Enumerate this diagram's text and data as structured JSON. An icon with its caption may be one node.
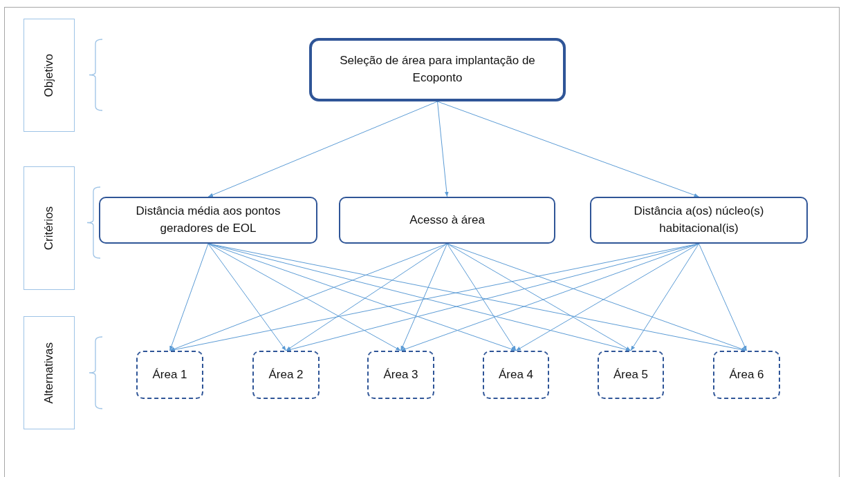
{
  "diagram": {
    "nodes": [
      {
        "text": [
          "Objetivo"
        ]
      },
      {
        "text": [
          "Critérios"
        ]
      },
      {
        "text": [
          "Alternativas"
        ]
      },
      {
        "text": [
          "Seleção de área para implantação de Ecoponto"
        ]
      },
      {
        "text": [
          "Distância média aos pontos geradores de EOL"
        ]
      },
      {
        "text": [
          "Acesso à área"
        ]
      },
      {
        "text": [
          "Distância a(os) núcleo(s) habitacional(is)"
        ]
      },
      {
        "text": [
          "Área 1"
        ]
      },
      {
        "text": [
          "Área 2"
        ]
      },
      {
        "text": [
          "Área 3"
        ]
      },
      {
        "text": [
          "Área 4"
        ]
      },
      {
        "text": [
          "Área 5"
        ]
      },
      {
        "text": [
          "Área 6"
        ]
      }
    ],
    "edges": [
      {
        "from": 3,
        "to": 4,
        "arrow": "to"
      },
      {
        "from": 3,
        "to": 5,
        "arrow": "to"
      },
      {
        "from": 3,
        "to": 6,
        "arrow": "to"
      },
      {
        "from": 4,
        "to": 7,
        "arrow": "to"
      },
      {
        "from": 4,
        "to": 8,
        "arrow": "to"
      },
      {
        "from": 4,
        "to": 9,
        "arrow": "to"
      },
      {
        "from": 4,
        "to": 10,
        "arrow": "to"
      },
      {
        "from": 4,
        "to": 11,
        "arrow": "to"
      },
      {
        "from": 4,
        "to": 12,
        "arrow": "to"
      },
      {
        "from": 5,
        "to": 7,
        "arrow": "to"
      },
      {
        "from": 5,
        "to": 8,
        "arrow": "to"
      },
      {
        "from": 5,
        "to": 9,
        "arrow": "to"
      },
      {
        "from": 5,
        "to": 10,
        "arrow": "to"
      },
      {
        "from": 5,
        "to": 11,
        "arrow": "to"
      },
      {
        "from": 5,
        "to": 12,
        "arrow": "to"
      },
      {
        "from": 6,
        "to": 7,
        "arrow": "to"
      },
      {
        "from": 6,
        "to": 8,
        "arrow": "to"
      },
      {
        "from": 6,
        "to": 9,
        "arrow": "to"
      },
      {
        "from": 6,
        "to": 10,
        "arrow": "to"
      },
      {
        "from": 6,
        "to": 11,
        "arrow": "to"
      },
      {
        "from": 6,
        "to": 12,
        "arrow": "to"
      }
    ]
  }
}
